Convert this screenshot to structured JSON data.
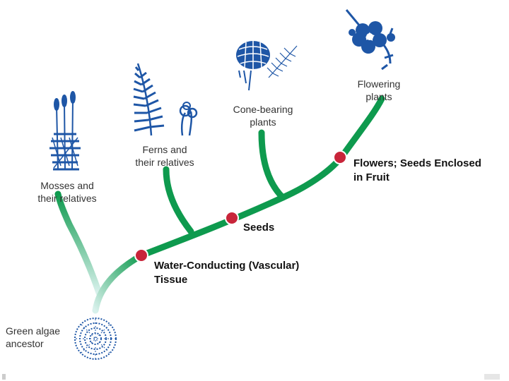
{
  "diagram": {
    "taxa": [
      {
        "id": "ancestor",
        "label_lines": [
          "Green algae",
          "ancestor"
        ]
      },
      {
        "id": "mosses",
        "label_lines": [
          "Mosses and",
          "their relatives"
        ]
      },
      {
        "id": "ferns",
        "label_lines": [
          "Ferns and",
          "their relatives"
        ]
      },
      {
        "id": "cones",
        "label_lines": [
          "Cone-bearing",
          "plants"
        ]
      },
      {
        "id": "flowering",
        "label_lines": [
          "Flowering",
          "plants"
        ]
      }
    ],
    "traits": [
      {
        "id": "vascular",
        "label_lines": [
          "Water-Conducting (Vascular)",
          "Tissue"
        ]
      },
      {
        "id": "seeds",
        "label_lines": [
          "Seeds"
        ]
      },
      {
        "id": "flowers",
        "label_lines": [
          "Flowers; Seeds Enclosed",
          "in Fruit"
        ]
      }
    ],
    "colors": {
      "branch": "#0e9a4e",
      "branch_fade": "#bfe8e0",
      "node": "#c8253a",
      "node_stroke": "#ffffff",
      "plant": "#1e56a6"
    },
    "icons": {
      "mosses": "moss-plant-icon",
      "ferns": "fern-frond-icon",
      "cones": "pine-cone-icon",
      "flowering": "flower-icon",
      "ancestor": "algae-cell-icon"
    }
  }
}
